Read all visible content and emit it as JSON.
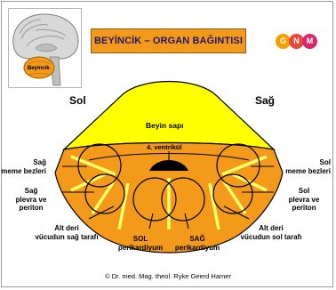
{
  "thumbnail": {
    "label": "Beyincik"
  },
  "title": "BEYİNCİK – ORGAN BAĞINTISI",
  "logo": {
    "letters": [
      "G",
      "N",
      "M"
    ],
    "colors": [
      "#f4a000",
      "#e8483b",
      "#d9266e"
    ]
  },
  "sides": {
    "left": "Sol",
    "right": "Sağ"
  },
  "diagram": {
    "brainstem_label": "Beyin sapı",
    "ventricle_label": "4. ventrikül",
    "left_labels": {
      "breast": [
        "Sağ",
        "meme bezleri"
      ],
      "pleura": [
        "Sağ",
        "plevra ve",
        "periton"
      ],
      "skin": [
        "Alt deri",
        "vücudun sağ tarafı"
      ]
    },
    "right_labels": {
      "breast": [
        "Sol",
        "meme bezleri"
      ],
      "pleura": [
        "Sol",
        "plevra ve",
        "periton"
      ],
      "skin": [
        "Alt deri",
        "vücudun sol tarafı"
      ]
    },
    "bottom_labels": {
      "left": [
        "SOL",
        "perikardiyum"
      ],
      "right": [
        "SAĞ",
        "perikardiyum"
      ]
    },
    "colors": {
      "brainstem": "#ffff00",
      "cerebellum": "#f39a1a",
      "ventricle": "#000000",
      "stripes": "#ffff66"
    }
  },
  "copyright": "© Dr. med. Mag. theol. Ryke Geerd Hamer"
}
